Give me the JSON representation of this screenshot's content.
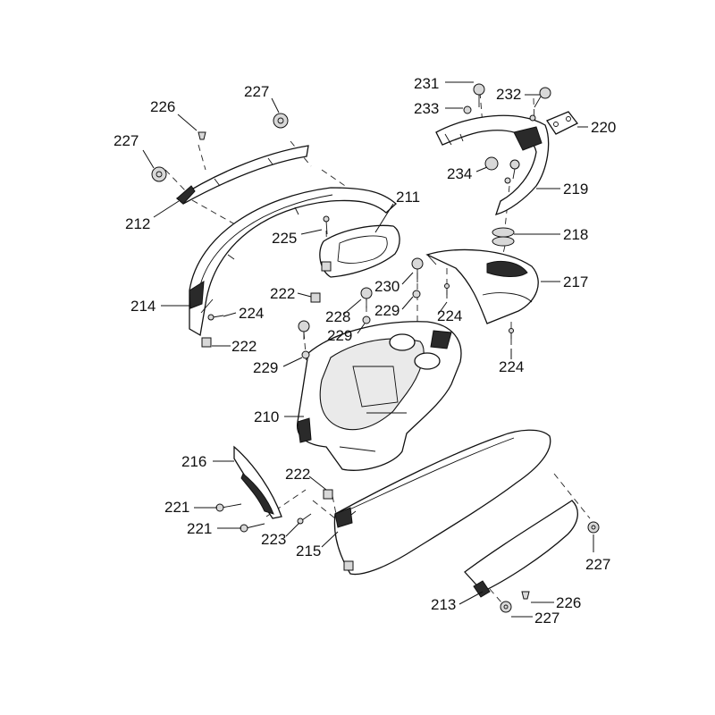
{
  "diagram": {
    "callouts": {
      "c231": "231",
      "c232": "232",
      "c233": "233",
      "c220": "220",
      "c234": "234",
      "c219": "219",
      "c218": "218",
      "c217": "217",
      "c226a": "226",
      "c227a": "227",
      "c227b": "227",
      "c212": "212",
      "c211": "211",
      "c225": "225",
      "c214": "214",
      "c222a": "222",
      "c224a": "224",
      "c222b": "222",
      "c230": "230",
      "c229a": "229",
      "c224b": "224",
      "c228": "228",
      "c229b": "229",
      "c229c": "229",
      "c224c": "224",
      "c210": "210",
      "c216": "216",
      "c222c": "222",
      "c221a": "221",
      "c221b": "221",
      "c223": "223",
      "c215": "215",
      "c227c": "227",
      "c213": "213",
      "c226b": "226",
      "c227d": "227"
    }
  }
}
